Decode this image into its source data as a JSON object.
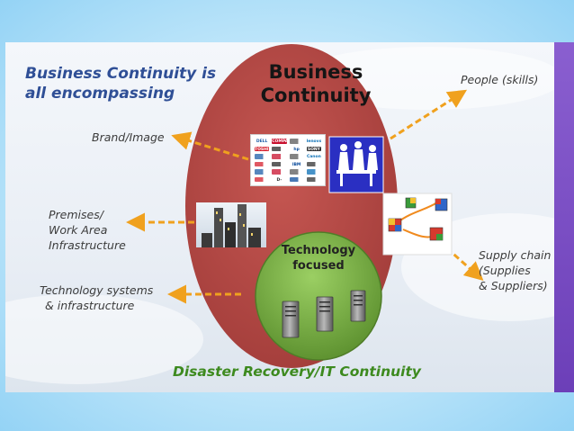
{
  "title_left": {
    "line1": "Business Continuity is",
    "line2": "all encompassing"
  },
  "center_title": {
    "line1": "Business",
    "line2": "Continuity"
  },
  "inner_title": {
    "line1": "Technology",
    "line2": "focused"
  },
  "bottom_label": "Disaster Recovery/IT Continuity",
  "labels": {
    "people": "People (skills)",
    "brand": "Brand/Image",
    "premises": [
      "Premises/",
      "Work Area",
      "Infrastructure"
    ],
    "supply": [
      "Supply chain",
      "(Supplies",
      "& Suppliers)"
    ],
    "tech_systems": [
      "Technology systems",
      "& infrastructure"
    ]
  },
  "logos": [
    "DELL",
    "COMPAQ",
    "",
    "lenovo",
    "TOSHIBA",
    "",
    "hp",
    "SONY",
    "",
    "",
    "",
    "Canon",
    "",
    "",
    "IBM",
    "",
    "",
    "",
    "",
    "",
    "",
    "D-Link",
    "",
    ""
  ],
  "colors": {
    "big_circle": "#b84a46",
    "inner_circle": "#6fa33e",
    "arrow": "#f0a11e",
    "title_blue": "#2f4f96",
    "dr_green": "#3d8a1f",
    "purple_bar": "#7a4ec4"
  },
  "icons": [
    "business-people-icon",
    "city-buildings-icon",
    "supply-chain-cubes-icon",
    "server-icon"
  ]
}
